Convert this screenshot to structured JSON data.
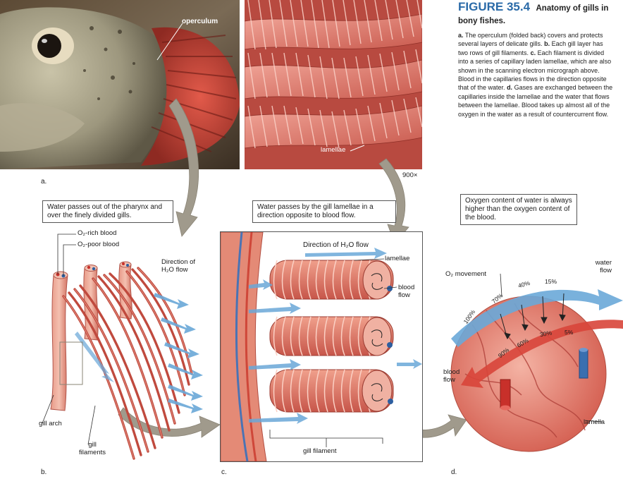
{
  "figure": {
    "number": "FIGURE 35.4",
    "title": "Anatomy of gills in bony fishes.",
    "caption": [
      {
        "letter": "a.",
        "text": "The operculum (folded back) covers and protects several layers of delicate gills."
      },
      {
        "letter": "b.",
        "text": "Each gill layer has two rows of gill filaments."
      },
      {
        "letter": "c.",
        "text": "Each filament is divided into a series of capillary laden lamellae, which are also shown in the scanning electron micrograph above. Blood in the capillaries flows in the direction opposite that of the water."
      },
      {
        "letter": "d.",
        "text": "Gases are exchanged between the capillaries inside the lamellae and the water that flows between the lamellae. Blood takes up almost all of the oxygen in the water as a result of countercurrent flow."
      }
    ]
  },
  "photo_a": {
    "label": "operculum",
    "panel": "a."
  },
  "micrograph": {
    "label": "lamellae",
    "magnification": "900×"
  },
  "notes": {
    "b": "Water passes out of the pharynx and over the finely divided gills.",
    "c": "Water passes by the gill lamellae in a direction opposite to blood flow.",
    "d": "Oxygen content of water is always higher than the oxygen content of the blood."
  },
  "panel_b": {
    "legend_rich": "O₂-rich blood",
    "legend_poor": "O₂-poor blood",
    "direction": "Direction of H₂O flow",
    "gill_arch": "gill arch",
    "gill_filaments": "gill filaments",
    "panel": "b."
  },
  "panel_c": {
    "direction": "Direction of H₂O flow",
    "lamellae": "lamellae",
    "blood_flow": "blood flow",
    "gill_filament": "gill filament",
    "panel": "c."
  },
  "panel_d": {
    "o2_movement": "O₂ movement",
    "water_flow": "water flow",
    "blood_flow": "blood flow",
    "lamella": "lamella",
    "water_percentages": [
      "100%",
      "70%",
      "40%",
      "15%"
    ],
    "blood_percentages": [
      "90%",
      "60%",
      "30%",
      "5%"
    ],
    "panel": "d."
  },
  "colors": {
    "accent_blue": "#2a6aa8",
    "water_arrow": "#6aa8d8",
    "tissue": "#d9685c",
    "blood_red": "#c8302a",
    "blood_blue": "#2d5fa0",
    "connector": "#a09a8c"
  }
}
